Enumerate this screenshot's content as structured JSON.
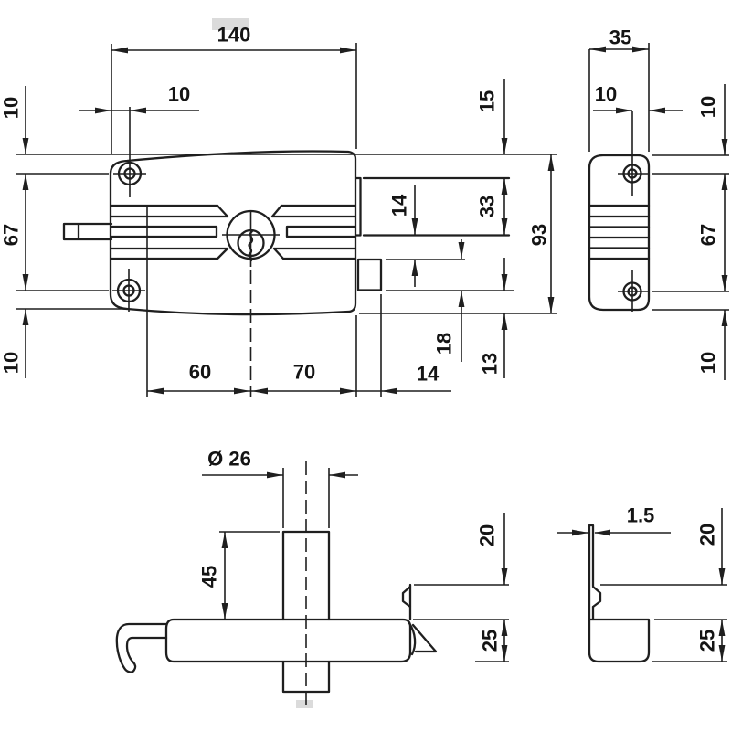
{
  "drawing_type": "technical dimension drawing of rim lock",
  "colors": {
    "background": "#ffffff",
    "line": "#1f1f1f",
    "text": "#141414"
  },
  "front_view": {
    "width": "140",
    "screw_inset": "10",
    "margin_top": "10",
    "screw_spacing": "67",
    "margin_bottom": "10",
    "plate_top_offset": "15",
    "slot_height": "33",
    "overall_height": "93",
    "latch_height": "14",
    "drop_1": "18",
    "drop_2": "13",
    "cyl_from_left": "60",
    "cyl_to_right": "70",
    "bolt_throw": "14"
  },
  "side_view": {
    "depth": "35",
    "screw_inset": "10",
    "margin_top": "10",
    "screw_spacing": "67",
    "margin_bottom": "10"
  },
  "bottom_view": {
    "cylinder_diameter": "Ø 26",
    "cylinder_length": "45",
    "gap_height": "20",
    "case_depth": "25"
  },
  "profile_view": {
    "plate_thickness": "1.5",
    "gap_height": "20",
    "case_depth": "25"
  }
}
